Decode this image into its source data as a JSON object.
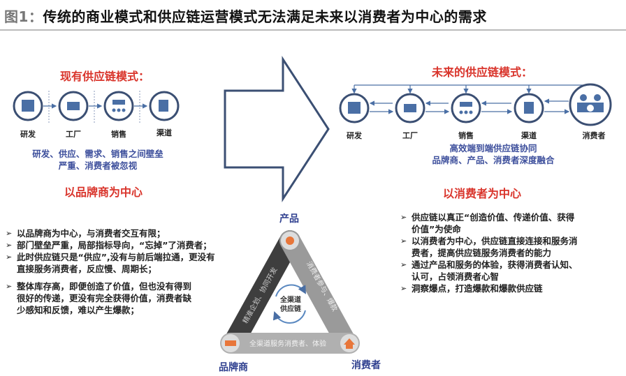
{
  "title": {
    "fig": "图1：",
    "text": "传统的商业模式和供应链运营模式无法满足未来以消费者为中心的需求"
  },
  "left": {
    "heading": "现有供应链模式：",
    "nodes": [
      "研发",
      "工厂",
      "销售",
      "渠道"
    ],
    "desc": [
      "研发、供应、需求、销售之间壁垒",
      "严重、消费者被忽视"
    ],
    "center": "以品牌商为中心",
    "bullets": [
      "以品牌商为中心，与消费者交互有限；",
      "部门壁垒严重，局部指标导向，“忘掉”了消费者；",
      "此时供应链只是“供应”,没有与前后端拉通，更没有直接服务消费者，反应慢、周期长；",
      "整体库存高，即便创造了价值，但也没有得到很好的传递，更没有完全获得价值，消费者缺少感知和反馈，难以产生爆款；"
    ]
  },
  "right": {
    "heading": "未来的供应链模式：",
    "nodes": [
      "研发",
      "工厂",
      "销售",
      "渠道",
      "消费者"
    ],
    "desc": [
      "高效端到端供应链协同",
      "品牌商、产品、消费者深度融合"
    ],
    "center": "以消费者为中心",
    "bullets": [
      "供应链以真正“创造价值、传递价值、获得价值”为使命",
      "以消费者为中心，供应链直接连接和服务消费者，提高供应链服务消费者的能力",
      "通过产品和服务的体验，获得消费者认知、认可，占领消费者心智",
      "洞察爆点，打造爆款和爆款供应链"
    ]
  },
  "triangle": {
    "top": "产品",
    "bottom_left": "品牌商",
    "bottom_right": "消费者",
    "left_edge": "精准企划、协同开发",
    "right_edge": "消费者参与、爆款",
    "bottom_edge": "全渠道服务消费者、体验",
    "center": [
      "全渠道",
      "供应链"
    ]
  },
  "colors": {
    "red": "#d9342b",
    "blue": "#3d4f9c",
    "node": "#3b5a8c"
  }
}
